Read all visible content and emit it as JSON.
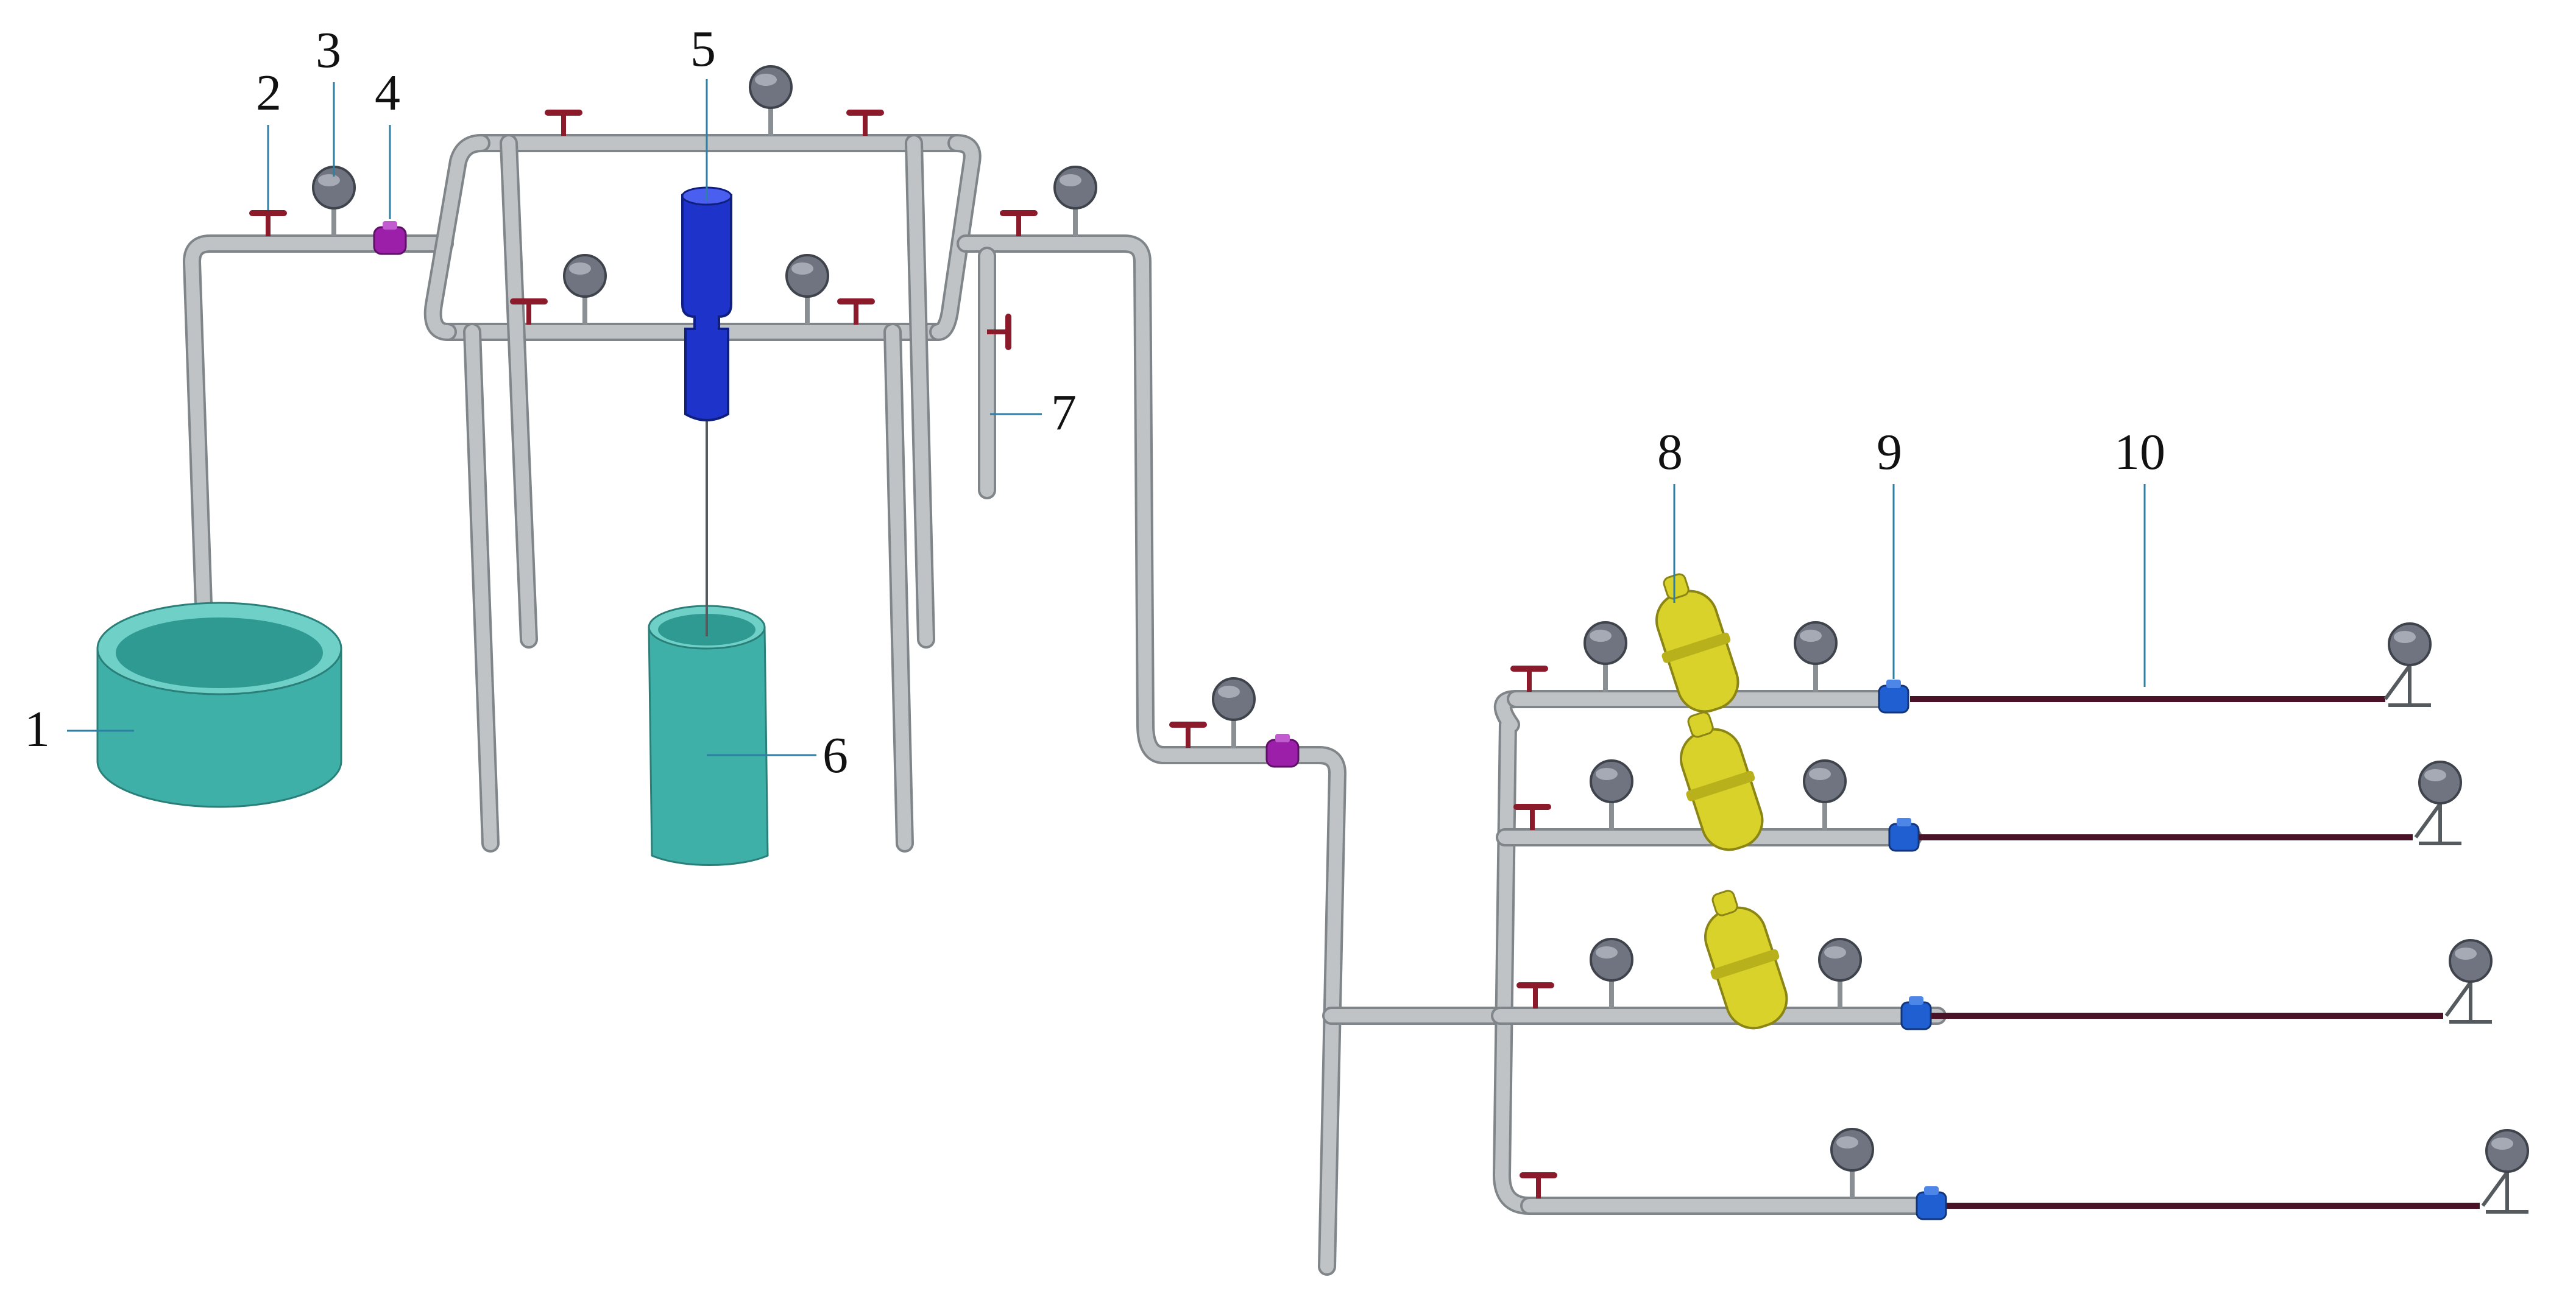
{
  "labels": {
    "n1": "1",
    "n2": "2",
    "n3": "3",
    "n4": "4",
    "n5": "5",
    "n6": "6",
    "n7": "7",
    "n8": "8",
    "n9": "9",
    "n10": "10"
  },
  "colors": {
    "pipe": "#bfc3c6",
    "pipe_edge": "#7f8588",
    "valve": "#8b1a2b",
    "gauge": "#6f7480",
    "gauge_stem": "#8a8f93",
    "check_valve": "#9b1fa8",
    "pump": "#1d33c9",
    "tank": "#3fb0a8",
    "filter": "#d9d22a",
    "meter": "#1f5fd1",
    "tube": "#4a1226",
    "leader": "#2d7fa3"
  }
}
